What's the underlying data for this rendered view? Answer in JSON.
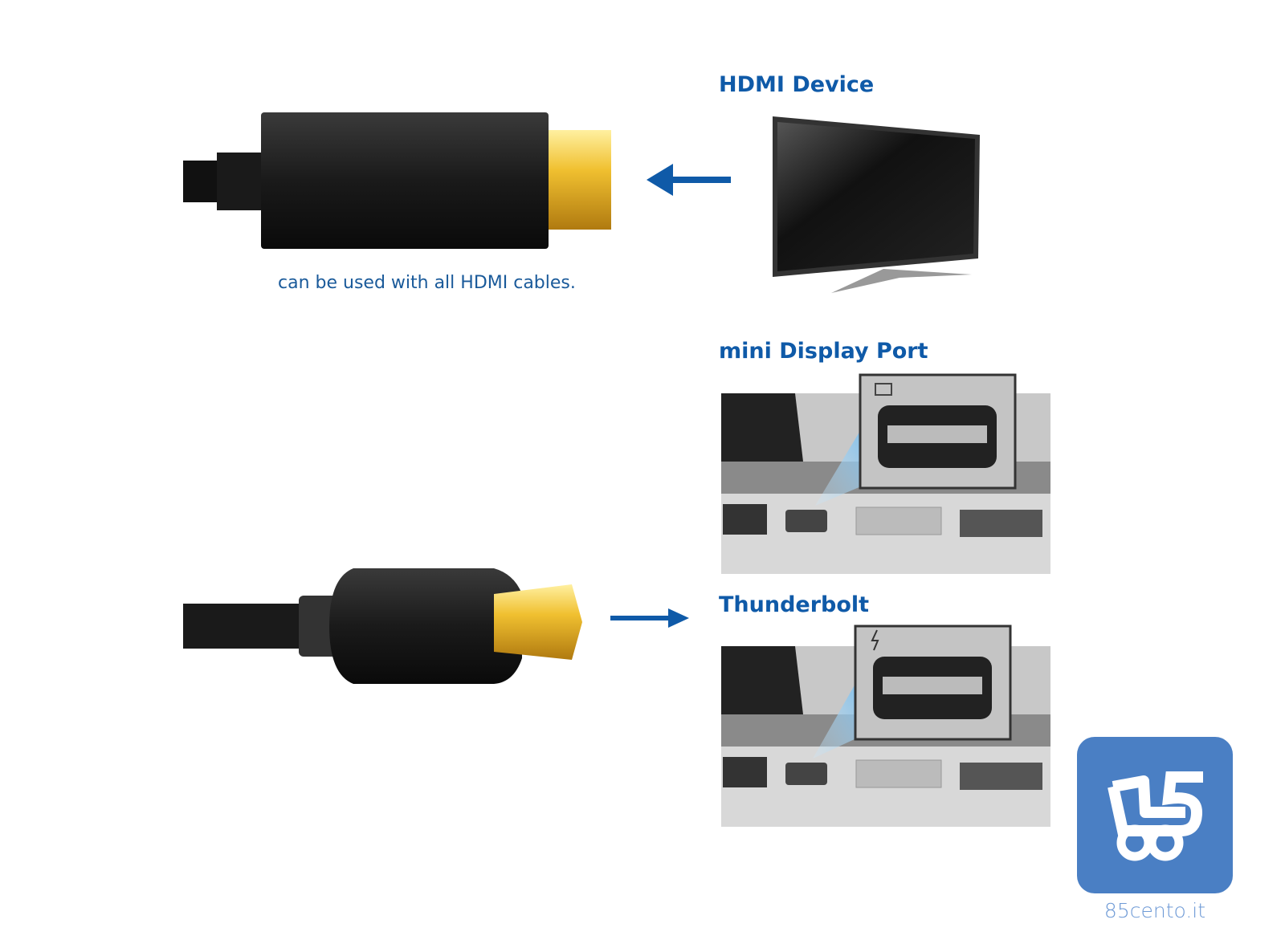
{
  "labels": {
    "hdmi_device": "HDMI Device",
    "mini_display_port": "mini Display Port",
    "thunderbolt": "Thunderbolt",
    "hdmi_caption": "can be used with all HDMI cables."
  },
  "watermark": {
    "text": "85cento.it",
    "color": "#4a7fc4"
  },
  "colors": {
    "accent": "#0f5aa8",
    "gold": "#e8b820",
    "connector": "#1c1c1c"
  },
  "icons": [
    "hdmi-connector",
    "tv",
    "mini-displayport-connector",
    "arrow-left",
    "arrow-right",
    "laptop-port-displayport",
    "laptop-port-thunderbolt",
    "cart-logo"
  ]
}
